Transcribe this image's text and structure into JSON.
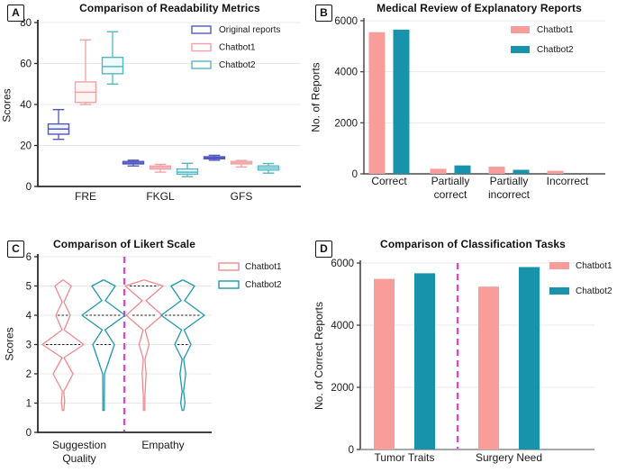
{
  "figure": {
    "background": "#ffffff",
    "colors": {
      "chatbot1_pink": "#F99D9B",
      "chatbot2_teal": "#1893AC",
      "original_blue": "#5157BE",
      "separator_magenta": "#EC3BDB",
      "gridline": "#E8E8E8",
      "axis": "#2F2F2F"
    }
  },
  "panels": {
    "a": {
      "label": "A",
      "title": "Comparison of Readability Metrics",
      "ylabel": "Scores"
    },
    "b": {
      "label": "B",
      "title": "Medical Review of Explanatory Reports",
      "ylabel": "No. of Reports"
    },
    "c": {
      "label": "C",
      "title": "Comparison of Likert Scale",
      "ylabel": "Scores"
    },
    "d": {
      "label": "D",
      "title": "Comparison of Classification Tasks",
      "ylabel": "No. of Correct Reports"
    }
  },
  "chart_data": [
    {
      "panel": "a",
      "type": "box",
      "title": "Comparison of Readability Metrics",
      "xlabel": "",
      "ylabel": "Scores",
      "ylim": [
        0,
        80
      ],
      "yticks": [
        0,
        20,
        40,
        60,
        80
      ],
      "categories": [
        "FRE",
        "FKGL",
        "GFS"
      ],
      "legend_position": "top-right",
      "grid": true,
      "series": [
        {
          "name": "Original reports",
          "stroke": "#5157BE",
          "fill": "#F3F3FB",
          "boxes": [
            {
              "lo": 23,
              "q1": 25.5,
              "med": 28,
              "q3": 30.5,
              "hi": 37.5
            },
            {
              "lo": 10,
              "q1": 11,
              "med": 11.5,
              "q3": 12.2,
              "hi": 12.8
            },
            {
              "lo": 12.8,
              "q1": 13.5,
              "med": 14,
              "q3": 14.5,
              "hi": 15.2
            }
          ]
        },
        {
          "name": "Chatbot1",
          "stroke": "#F0A3A6",
          "fill": "#FDF4F4",
          "boxes": [
            {
              "lo": 40,
              "q1": 41,
              "med": 46,
              "q3": 51,
              "hi": 71.5
            },
            {
              "lo": 7,
              "q1": 8.5,
              "med": 9.3,
              "q3": 10,
              "hi": 10.8
            },
            {
              "lo": 9.5,
              "q1": 11,
              "med": 11.5,
              "q3": 12.2,
              "hi": 12.7
            }
          ]
        },
        {
          "name": "Chatbot2",
          "stroke": "#54B7C3",
          "fill": "#EFFAFB",
          "boxes": [
            {
              "lo": 50,
              "q1": 55,
              "med": 58.5,
              "q3": 63,
              "hi": 75.5
            },
            {
              "lo": 4.8,
              "q1": 6,
              "med": 7,
              "q3": 8.5,
              "hi": 11.3
            },
            {
              "lo": 6.5,
              "q1": 8,
              "med": 9,
              "q3": 10,
              "hi": 11.2
            }
          ]
        }
      ]
    },
    {
      "panel": "b",
      "type": "bar",
      "title": "Medical Review of Explanatory Reports",
      "xlabel": "",
      "ylabel": "No. of Reports",
      "ylim": [
        0,
        6000
      ],
      "yticks": [
        0,
        2000,
        4000,
        6000
      ],
      "categories": [
        "Correct",
        "Partially correct",
        "Partially incorrect",
        "Incorrect"
      ],
      "legend_position": "top-right",
      "grid": true,
      "series": [
        {
          "name": "Chatbot1",
          "color": "#F99D9B",
          "values": [
            5550,
            200,
            280,
            120
          ]
        },
        {
          "name": "Chatbot2",
          "color": "#1893AC",
          "values": [
            5650,
            330,
            160,
            0
          ]
        }
      ]
    },
    {
      "panel": "c",
      "type": "violin",
      "title": "Comparison of Likert Scale",
      "xlabel": "",
      "ylabel": "Scores",
      "ylim": [
        0,
        6
      ],
      "yticks": [
        0,
        1,
        2,
        3,
        4,
        5,
        6
      ],
      "categories": [
        "Suggestion Quality",
        "Empathy"
      ],
      "legend_position": "top-right",
      "grid": true,
      "separator_between_groups": true,
      "series": [
        {
          "name": "Chatbot1",
          "stroke": "#F0888F"
        },
        {
          "name": "Chatbot2",
          "stroke": "#1F97AE"
        }
      ],
      "violins": [
        {
          "category": "Suggestion Quality",
          "series": "Chatbot1",
          "range": [
            0.75,
            5.2
          ],
          "median": 3,
          "profile": [
            [
              0.75,
              0.8
            ],
            [
              1.05,
              1.8
            ],
            [
              1.4,
              0.8
            ],
            [
              2,
              11
            ],
            [
              2.55,
              1
            ],
            [
              3,
              23
            ],
            [
              3.5,
              1.2
            ],
            [
              4,
              8
            ],
            [
              4.45,
              1
            ],
            [
              5,
              9
            ],
            [
              5.2,
              0.6
            ]
          ],
          "quartile_marks": [
            {
              "score": 3,
              "half": 19
            },
            {
              "score": 4,
              "half": 6
            }
          ]
        },
        {
          "category": "Suggestion Quality",
          "series": "Chatbot2",
          "range": [
            0.75,
            5.2
          ],
          "median": 4,
          "profile": [
            [
              0.75,
              0.8
            ],
            [
              1.2,
              0.8
            ],
            [
              2,
              1
            ],
            [
              3,
              12
            ],
            [
              3.5,
              1.5
            ],
            [
              4,
              24
            ],
            [
              4.5,
              2
            ],
            [
              5,
              13
            ],
            [
              5.2,
              0.6
            ]
          ],
          "quartile_marks": [
            {
              "score": 4,
              "half": 20
            },
            {
              "score": 3,
              "half": 8
            }
          ]
        },
        {
          "category": "Empathy",
          "series": "Chatbot1",
          "range": [
            0.75,
            5.2
          ],
          "median": 5,
          "profile": [
            [
              0.75,
              0.8
            ],
            [
              1.2,
              0.8
            ],
            [
              2,
              2.2
            ],
            [
              2.5,
              0.9
            ],
            [
              3,
              5.5
            ],
            [
              3.5,
              1.2
            ],
            [
              4,
              20
            ],
            [
              4.5,
              2
            ],
            [
              5,
              21
            ],
            [
              5.2,
              1
            ]
          ],
          "quartile_marks": [
            {
              "score": 5,
              "half": 16
            },
            {
              "score": 4,
              "half": 13
            }
          ]
        },
        {
          "category": "Empathy",
          "series": "Chatbot2",
          "range": [
            0.75,
            5.2
          ],
          "median": 4,
          "profile": [
            [
              0.75,
              0.8
            ],
            [
              1,
              2.4
            ],
            [
              1.4,
              0.8
            ],
            [
              2,
              3.2
            ],
            [
              2.5,
              0.8
            ],
            [
              3,
              9
            ],
            [
              3.5,
              1.4
            ],
            [
              4,
              24
            ],
            [
              4.5,
              2
            ],
            [
              5,
              13
            ],
            [
              5.2,
              0.6
            ]
          ],
          "quartile_marks": [
            {
              "score": 4,
              "half": 20
            },
            {
              "score": 3,
              "half": 6
            }
          ]
        }
      ]
    },
    {
      "panel": "d",
      "type": "bar",
      "title": "Comparison of Classification Tasks",
      "xlabel": "",
      "ylabel": "No. of Correct Reports",
      "ylim": [
        0,
        6000
      ],
      "yticks": [
        0,
        2000,
        4000,
        6000
      ],
      "categories": [
        "Tumor Traits",
        "Surgery Need"
      ],
      "legend_position": "right",
      "grid": true,
      "separator_between_groups": true,
      "series": [
        {
          "name": "Chatbot1",
          "color": "#F99D9B",
          "values": [
            5490,
            5240
          ]
        },
        {
          "name": "Chatbot2",
          "color": "#1893AC",
          "values": [
            5670,
            5870
          ]
        }
      ]
    }
  ]
}
